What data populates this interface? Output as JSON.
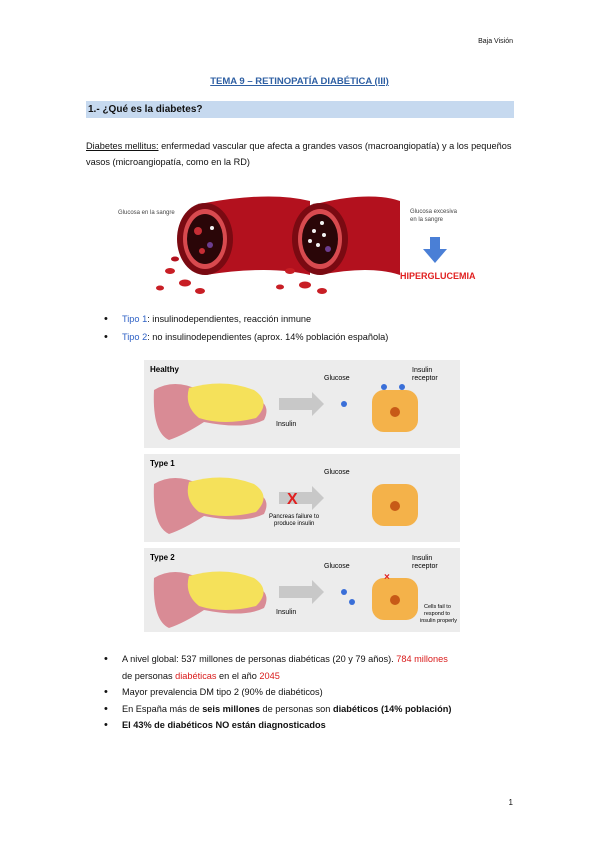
{
  "header": {
    "right_text": "Baja Visión"
  },
  "title": "TEMA 9 – RETINOPATÍA DIABÉTICA (III)",
  "section_heading": "1.- ¿Qué es la diabetes?",
  "intro": {
    "term": "Diabetes mellitus:",
    "rest": " enfermedad vascular que afecta a grandes vasos (macroangiopatía) y a los pequeños vasos (microangiopatía, como en la RD)"
  },
  "figure1": {
    "label_left": "Glucosa en la sangre",
    "label_right_1": "Glucosa excesiva",
    "label_right_2": "en la sangre",
    "caption": "HIPERGLUCEMIA"
  },
  "types_list": [
    {
      "name": "Tipo 1",
      "desc": ": insulinodependientes, reacción inmune"
    },
    {
      "name": "Tipo 2",
      "desc": ": no insulinodependientes (aprox. 14% población española)"
    }
  ],
  "figure2": {
    "panels": [
      {
        "title": "Healthy",
        "glucose": "Glucose",
        "insulin": "Insulin",
        "receptor_1": "Insulin",
        "receptor_2": "receptor"
      },
      {
        "title": "Type 1",
        "glucose": "Glucose",
        "failure_1": "Pancreas failure to",
        "failure_2": "produce insulin"
      },
      {
        "title": "Type 2",
        "glucose": "Glucose",
        "insulin": "Insulin",
        "receptor_1": "Insulin",
        "receptor_2": "receptor",
        "cells_1": "Cells fail to",
        "cells_2": "respond to",
        "cells_3": "insulin properly"
      }
    ]
  },
  "stats": {
    "item1_a": "A nivel global: 537 millones de personas diabéticas (20 y 79 años). ",
    "item1_red1": "784 millones",
    "item1_b": "de personas ",
    "item1_red2": "diabéticas",
    "item1_c": " en el año ",
    "item1_red3": "2045",
    "item2": "Mayor prevalencia DM tipo 2 (90% de diabéticos)",
    "item3_a": "En España más de ",
    "item3_b": "seis millones",
    "item3_c": " de personas son ",
    "item3_d": "diabéticos (14% población)",
    "item4": "El 43% de diabéticos NO están diagnosticados"
  },
  "page_number": "1",
  "colors": {
    "title_blue": "#2e5fa3",
    "section_bg": "#c6d9ef",
    "link_blue": "#2f62c6",
    "red": "#d91a1a"
  }
}
